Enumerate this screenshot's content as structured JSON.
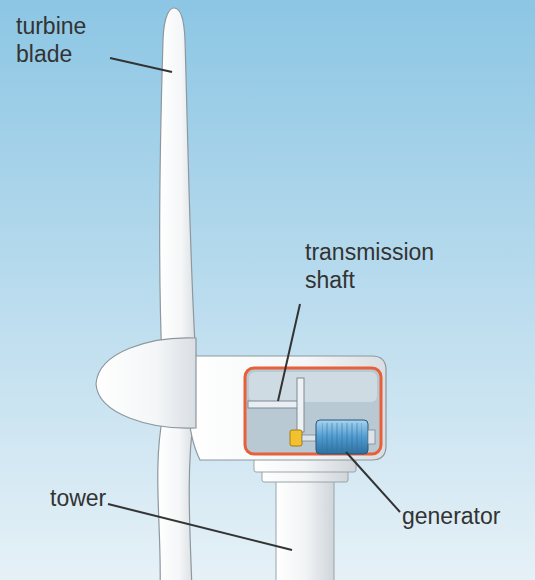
{
  "diagram": {
    "labels": [
      "turbine blade",
      "transmission shaft",
      "tower",
      "generator"
    ]
  }
}
